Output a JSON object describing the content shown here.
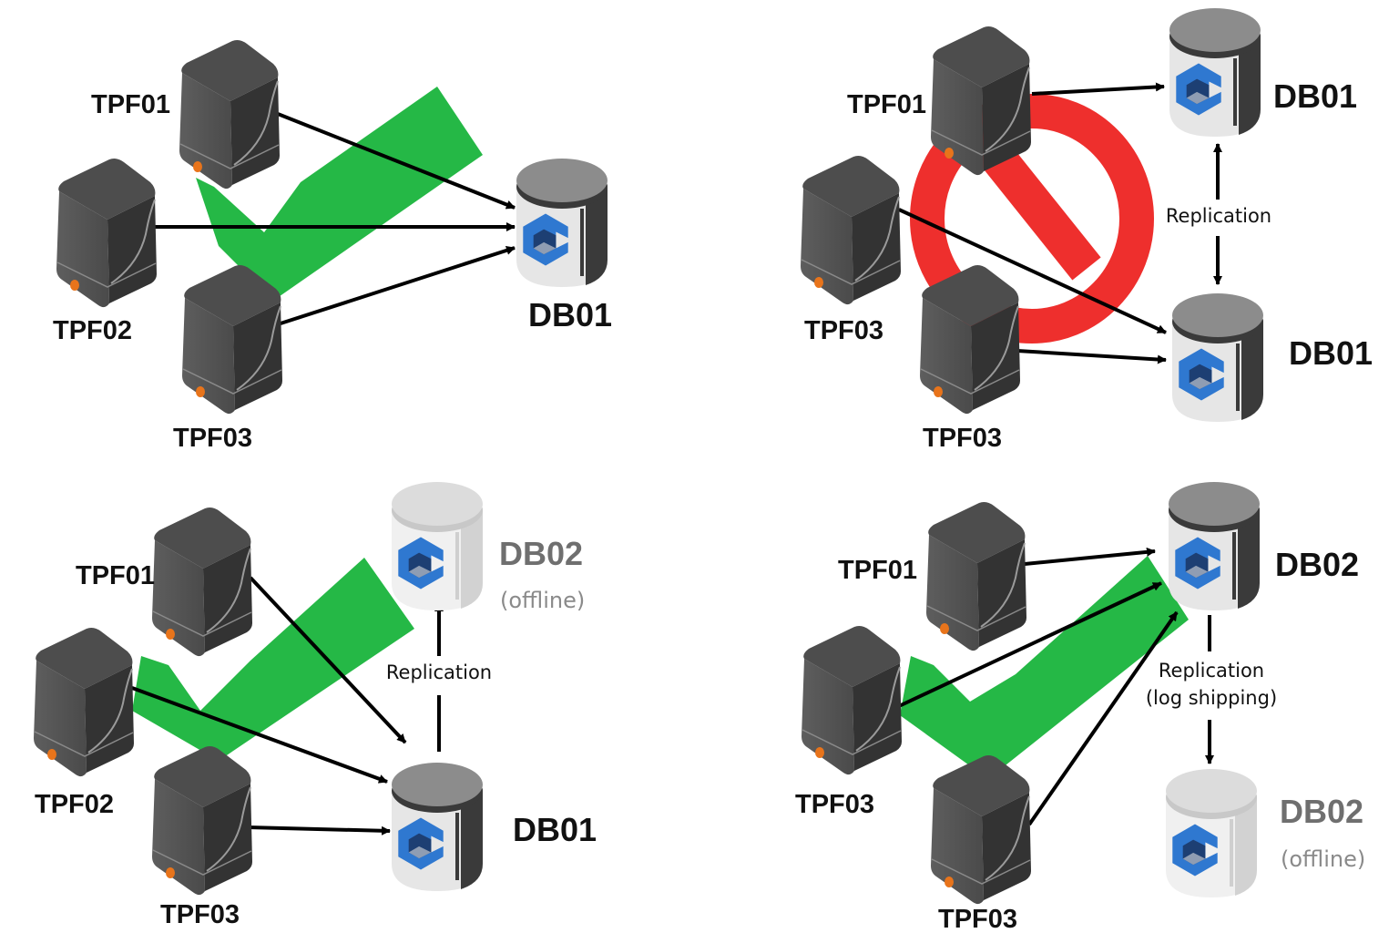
{
  "colors": {
    "ok": "#25b846",
    "blocked": "#ee2f2d",
    "arrow": "#000000",
    "server_dark": "#3a3a3a",
    "server_led": "#e8741b",
    "db_logo": "#2f78d0",
    "db_offline_label": "#6f6f6f"
  },
  "panels": [
    {
      "id": "p1",
      "status": "ok",
      "status_icon": "checkmark-icon",
      "servers": [
        {
          "id": "s1",
          "label": "TPF01"
        },
        {
          "id": "s2",
          "label": "TPF02"
        },
        {
          "id": "s3",
          "label": "TPF03"
        }
      ],
      "databases": [
        {
          "id": "d1",
          "label": "DB01",
          "state": "online"
        }
      ],
      "connections": [
        {
          "from": "s1",
          "to": "d1"
        },
        {
          "from": "s2",
          "to": "d1"
        },
        {
          "from": "s3",
          "to": "d1"
        }
      ],
      "replication": []
    },
    {
      "id": "p2",
      "status": "blocked",
      "status_icon": "prohibited-icon",
      "servers": [
        {
          "id": "s1",
          "label": "TPF01"
        },
        {
          "id": "s2",
          "label": "TPF03"
        },
        {
          "id": "s3",
          "label": "TPF03"
        }
      ],
      "databases": [
        {
          "id": "d1",
          "label": "DB01",
          "state": "online"
        },
        {
          "id": "d2",
          "label": "DB01",
          "state": "online"
        }
      ],
      "connections": [
        {
          "from": "s1",
          "to": "d1"
        },
        {
          "from": "s2",
          "to": "d2"
        },
        {
          "from": "s3",
          "to": "d2"
        }
      ],
      "replication": [
        {
          "from": "d1",
          "to": "d2",
          "direction": "both",
          "label": "Replication"
        }
      ]
    },
    {
      "id": "p3",
      "status": "ok",
      "status_icon": "checkmark-icon",
      "servers": [
        {
          "id": "s1",
          "label": "TPF01"
        },
        {
          "id": "s2",
          "label": "TPF02"
        },
        {
          "id": "s3",
          "label": "TPF03"
        }
      ],
      "databases": [
        {
          "id": "d1",
          "label": "DB02",
          "sublabel": "(offline)",
          "state": "offline"
        },
        {
          "id": "d2",
          "label": "DB01",
          "state": "online"
        }
      ],
      "connections": [
        {
          "from": "s1",
          "to": "d2"
        },
        {
          "from": "s2",
          "to": "d2"
        },
        {
          "from": "s3",
          "to": "d2"
        }
      ],
      "replication": [
        {
          "from": "d2",
          "to": "d1",
          "direction": "one-way",
          "label": "Replication"
        }
      ]
    },
    {
      "id": "p4",
      "status": "ok",
      "status_icon": "checkmark-icon",
      "servers": [
        {
          "id": "s1",
          "label": "TPF01"
        },
        {
          "id": "s2",
          "label": "TPF03"
        },
        {
          "id": "s3",
          "label": "TPF03"
        }
      ],
      "databases": [
        {
          "id": "d1",
          "label": "DB02",
          "state": "online"
        },
        {
          "id": "d2",
          "label": "DB02",
          "sublabel": "(offline)",
          "state": "offline"
        }
      ],
      "connections": [
        {
          "from": "s1",
          "to": "d1"
        },
        {
          "from": "s2",
          "to": "d1"
        },
        {
          "from": "s3",
          "to": "d1"
        }
      ],
      "replication": [
        {
          "from": "d1",
          "to": "d2",
          "direction": "one-way",
          "label": "Replication",
          "label_line2": "(log shipping)"
        }
      ]
    }
  ]
}
